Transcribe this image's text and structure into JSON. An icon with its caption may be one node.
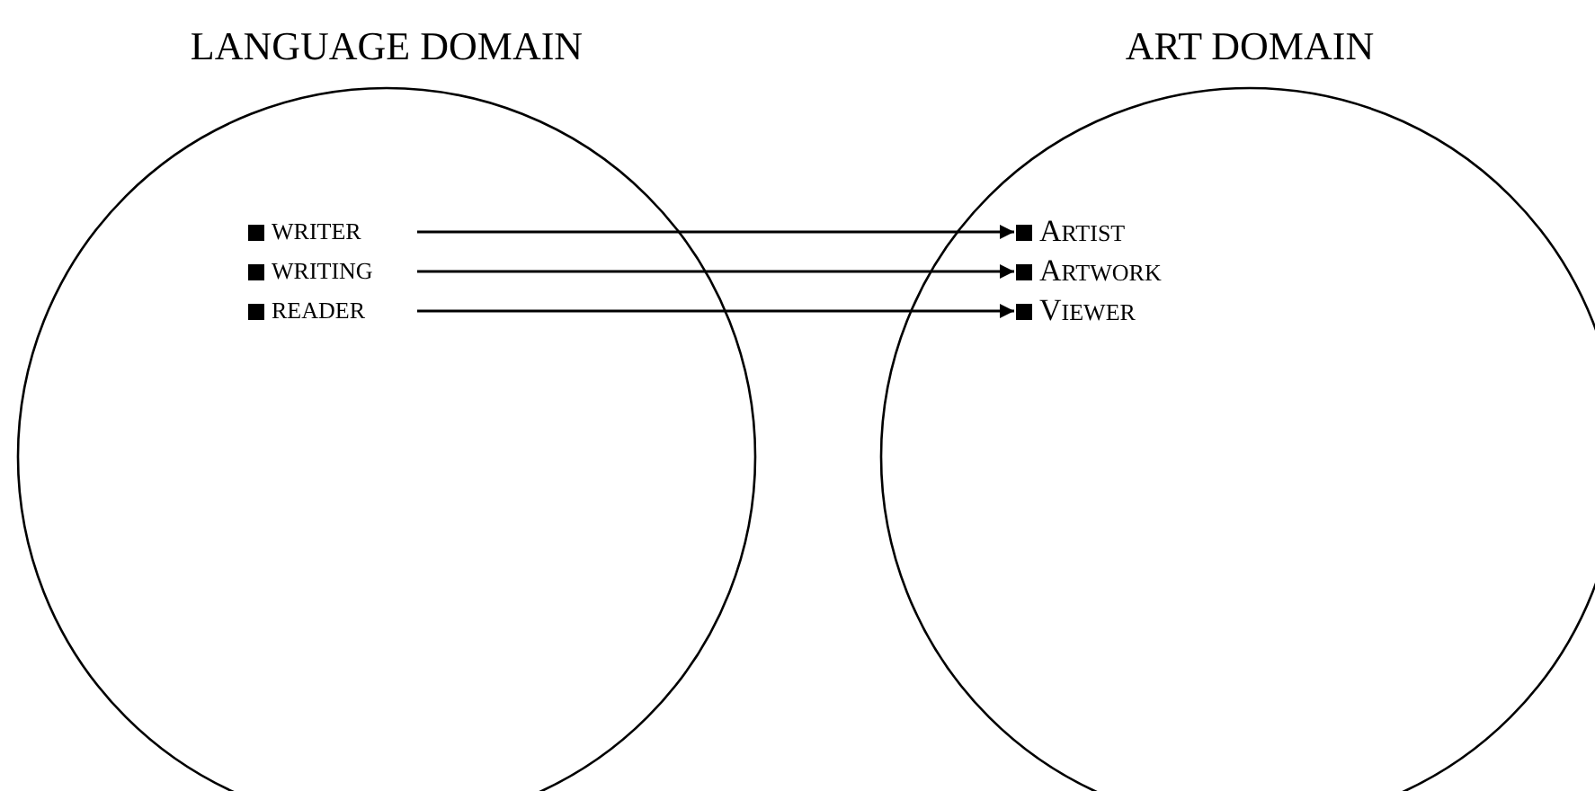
{
  "diagram": {
    "nodes": [
      {
        "text": [
          "LANGUAGE DOMAIN"
        ]
      },
      {
        "text": [
          "WRITER"
        ],
        "in": 0
      },
      {
        "text": [
          "WRITING"
        ],
        "in": 0
      },
      {
        "text": [
          "READER"
        ],
        "in": 0
      },
      {
        "text": [
          "ART DOMAIN"
        ]
      },
      {
        "text": [
          "ARTIST"
        ],
        "in": 4
      },
      {
        "text": [
          "ARTWORK"
        ],
        "in": 4
      },
      {
        "text": [
          "VIEWER"
        ],
        "in": 4
      }
    ],
    "edges": [
      {
        "from": 1,
        "to": 5,
        "arrow": "to"
      },
      {
        "from": 2,
        "to": 6,
        "arrow": "to"
      },
      {
        "from": 3,
        "to": 7,
        "arrow": "to"
      }
    ]
  }
}
